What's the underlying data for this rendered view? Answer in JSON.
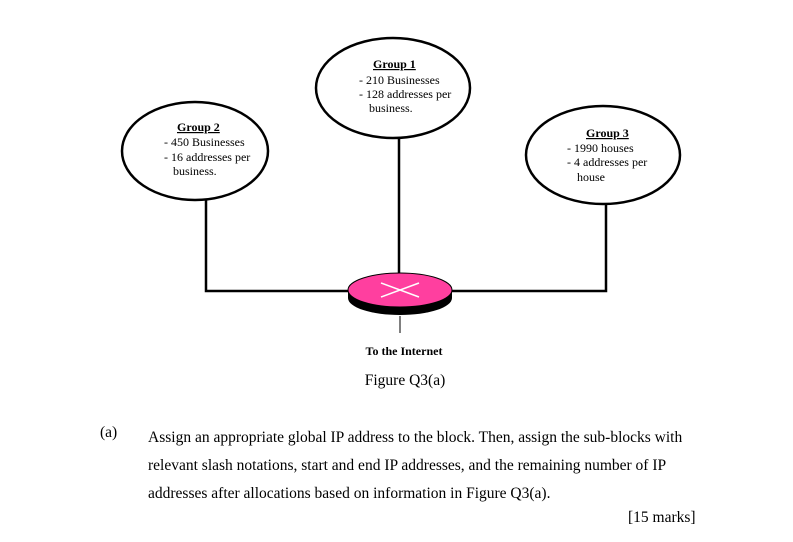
{
  "groups": [
    {
      "title": "Group 1",
      "lines": [
        "- 210 Businesses",
        "- 128 addresses per",
        "business."
      ]
    },
    {
      "title": "Group 2",
      "lines": [
        "- 450 Businesses",
        "- 16 addresses per",
        "business."
      ]
    },
    {
      "title": "Group 3",
      "lines": [
        "- 1990 houses",
        "- 4 addresses per",
        "house"
      ]
    }
  ],
  "internet_label": "To the Internet",
  "figure_caption": "Figure Q3(a)",
  "question": {
    "label": "(a)",
    "lines": [
      "Assign an appropriate global IP address to the block. Then, assign the sub-blocks with",
      "relevant slash notations, start and end IP addresses, and the remaining number of IP",
      "addresses after  allocations based on information in Figure Q3(a)."
    ],
    "marks": "[15 marks]"
  },
  "colors": {
    "router": "#ff3f9f",
    "router_base": "#000000",
    "lines": "#000000"
  }
}
